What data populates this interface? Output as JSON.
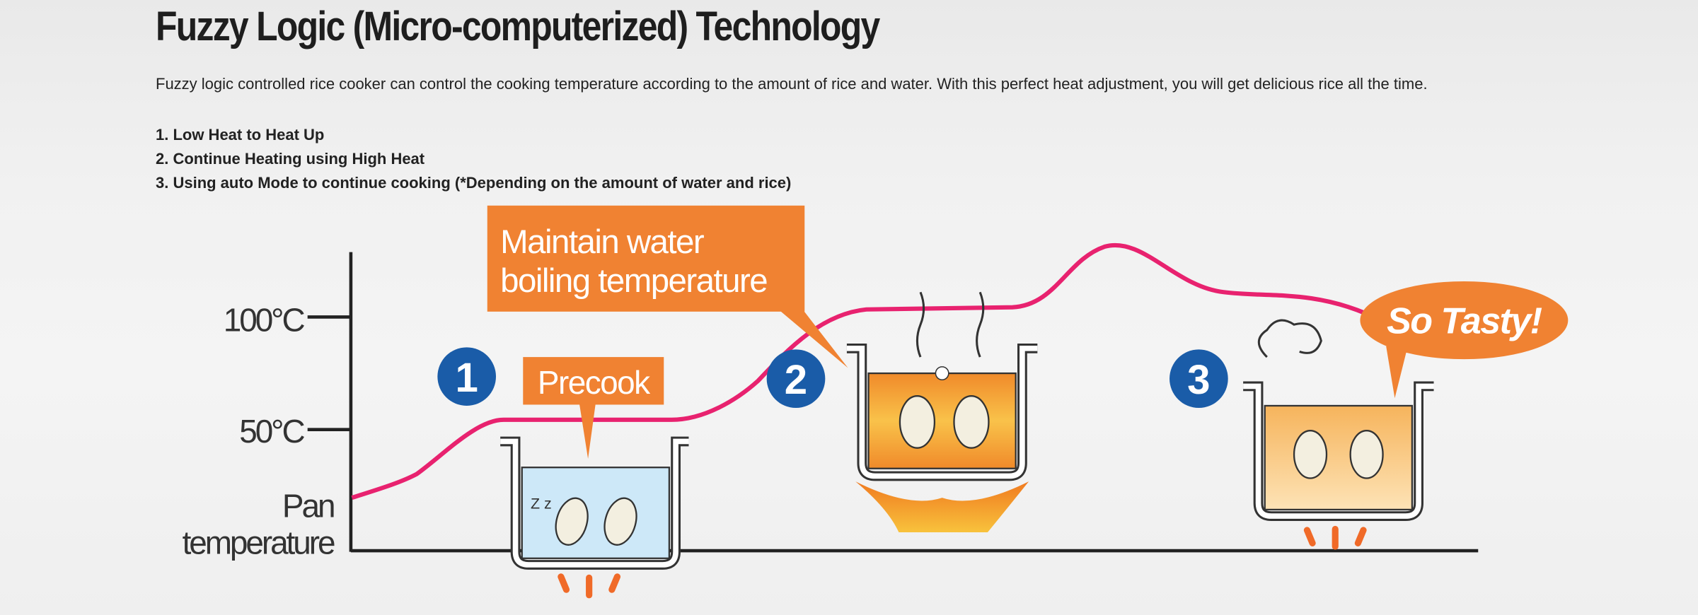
{
  "title": "Fuzzy Logic (Micro-computerized) Technology",
  "intro": "Fuzzy logic controlled rice cooker can control the cooking temperature according to the amount of rice and water. With this perfect heat adjustment, you will get delicious rice all the time.",
  "steps": [
    "1. Low Heat to Heat Up",
    "2. Continue Heating using High Heat",
    "3. Using auto Mode to continue cooking (*Depending on the amount of water and rice)"
  ],
  "diagram": {
    "y_ticks": [
      "100°C",
      "50°C"
    ],
    "y_label_line1": "Pan",
    "y_label_line2": "temperature",
    "stage_numbers": [
      "1",
      "2",
      "3"
    ],
    "callouts": {
      "precook": "Precook",
      "maintain_line1": "Maintain water",
      "maintain_line2": "boiling temperature",
      "tasty": "So Tasty!"
    },
    "colors": {
      "curve": "#e8226f",
      "callout": "#f08232",
      "stage_circle": "#1a5ca8",
      "water": "#cde8f8",
      "boiling": "#f39a3a"
    }
  }
}
